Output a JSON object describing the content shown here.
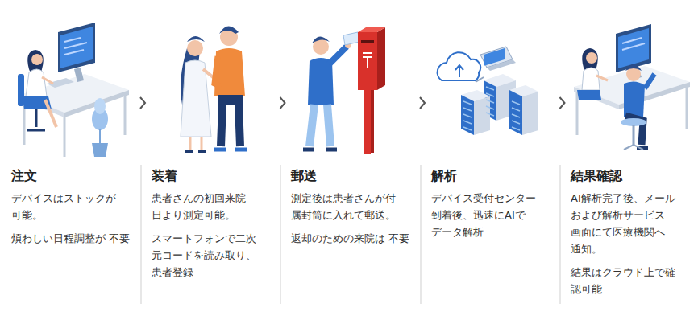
{
  "diagram": {
    "nodes": [
      {
        "text": [
          "注文",
          "デバイスはストックが 可能。",
          "煩わしい日程調整が 不要"
        ]
      },
      {
        "text": [
          "装着",
          "患者さんの初回来院 日より測定可能。",
          "スマートフォンで二次 元コードを読み取り、 患者登録"
        ]
      },
      {
        "text": [
          "郵送",
          "測定後は患者さんが付 属封筒に入れて郵送。",
          "返却のための来院は 不要"
        ]
      },
      {
        "text": [
          "解析",
          "デバイス受付センター 到着後、迅速にAIで データ解析"
        ]
      },
      {
        "text": [
          "結果確認",
          "AI解析完了後、メール および解析サービス 画面にて医療機関へ 通知。",
          "結果はクラウド上で確 認可能"
        ]
      }
    ],
    "edges": [
      {
        "from": 0,
        "to": 1,
        "arrow": "to"
      },
      {
        "from": 1,
        "to": 2,
        "arrow": "to"
      },
      {
        "from": 2,
        "to": 3,
        "arrow": "to"
      },
      {
        "from": 3,
        "to": 4,
        "arrow": "to"
      }
    ]
  }
}
